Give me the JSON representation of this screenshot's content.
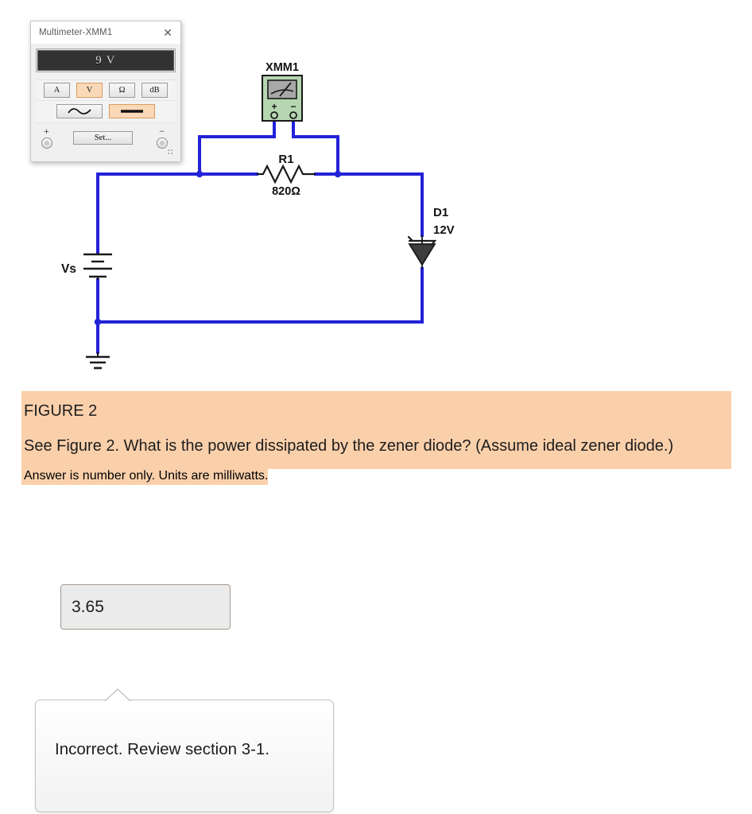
{
  "multimeter": {
    "title": "Multimeter-XMM1",
    "close_icon": "close-icon",
    "display_value": "9 V",
    "modes": [
      {
        "label": "A",
        "selected": false
      },
      {
        "label": "V",
        "selected": true
      },
      {
        "label": "Ω",
        "selected": false
      },
      {
        "label": "dB",
        "selected": false
      }
    ],
    "waveforms": [
      {
        "icon": "ac-sine-icon",
        "selected": false
      },
      {
        "icon": "dc-line-icon",
        "selected": true
      }
    ],
    "set_button": "Set...",
    "terminal_plus": "+",
    "terminal_minus": "−",
    "accent_selected": "#fad9b8",
    "accent_border": "#d89c5a"
  },
  "circuit": {
    "wire_color": "#2222d8",
    "component_color": "#000000",
    "meter_fill": "#b5d6b0",
    "meter_face": "#a8a8a8",
    "instrument_label": "XMM1",
    "meter_plus": "+",
    "meter_minus": "−",
    "resistor_ref": "R1",
    "resistor_value": "820Ω",
    "diode_ref": "D1",
    "diode_value": "12V",
    "source_label": "Vs"
  },
  "question": {
    "figure_title": "FIGURE 2",
    "prompt": "See Figure 2. What is the power dissipated by the zener diode? (Assume ideal zener diode.)",
    "units_note": "Answer is number only. Units are milliwatts.",
    "highlight_color": "#fad0ab"
  },
  "answer": {
    "value": "3.65",
    "placeholder": ""
  },
  "feedback": {
    "message": "Incorrect. Review section 3-1."
  }
}
